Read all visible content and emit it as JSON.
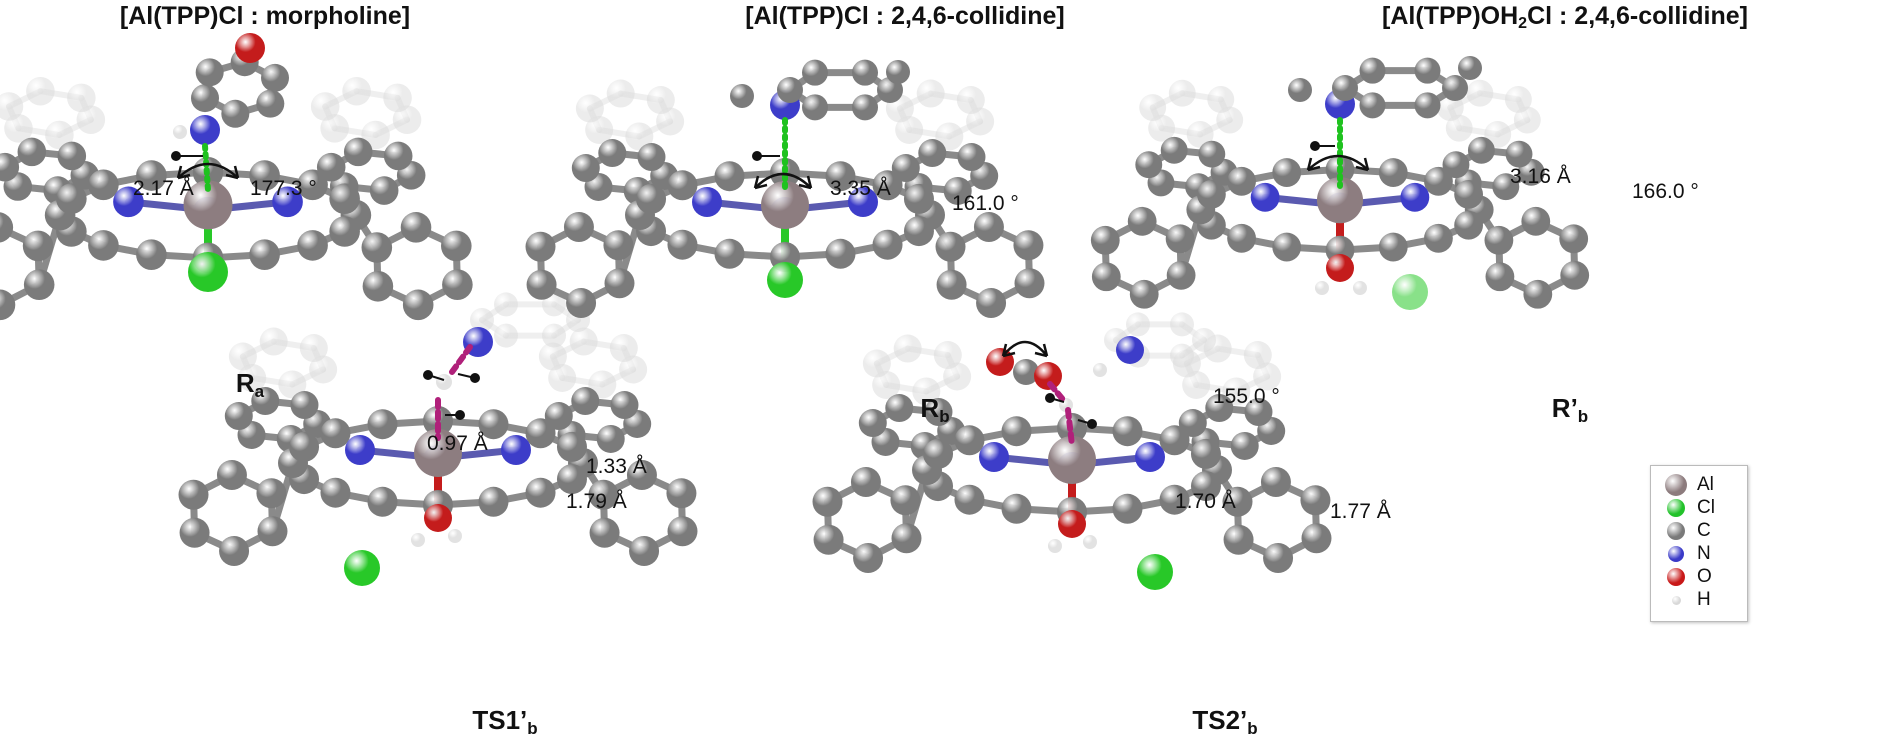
{
  "titles": {
    "a": {
      "pre": "[Al(TPP)Cl : morpholine]",
      "sub": "",
      "post": ""
    },
    "b": {
      "pre": "[Al(TPP)Cl : 2,4,6-collidine]",
      "sub": "",
      "post": ""
    },
    "c": {
      "pre": "[Al(TPP)OH",
      "sub": "2",
      "post": "Cl : 2,4,6-collidine]"
    }
  },
  "panels": {
    "Ra": {
      "main": "R",
      "sub": "a"
    },
    "Rb": {
      "main": "R",
      "sub": "b"
    },
    "Rpb": {
      "main": "R’",
      "sub": "b"
    },
    "TS1": {
      "main": "TS1’",
      "sub": "b"
    },
    "TS2": {
      "main": "TS2’",
      "sub": "b"
    }
  },
  "measurements": {
    "Ra_dist": "2.17 Å",
    "Ra_angle": "177.3 °",
    "Rb_dist": "3.35 Å",
    "Rb_angle": "161.0 °",
    "Rpb_dist": "3.16 Å",
    "Rpb_angle": "166.0 °",
    "TS1_d1": "0.97 Å",
    "TS1_d2": "1.33 Å",
    "TS1_d3": "1.79 Å",
    "TS2_angle": "155.0 °",
    "TS2_d1": "1.70 Å",
    "TS2_d2": "1.77 Å"
  },
  "legend": [
    {
      "label": "Al",
      "color": "#8c7b7d"
    },
    {
      "label": "Cl",
      "color": "#22c22a"
    },
    {
      "label": "C",
      "color": "#7a7a7a"
    },
    {
      "label": "N",
      "color": "#3a3ac8"
    },
    {
      "label": "O",
      "color": "#c81818"
    },
    {
      "label": "H",
      "color": "#d8d8d8"
    }
  ],
  "colors": {
    "carbon": "#7b7b7b",
    "carbon_faded": "#dcdcdc",
    "nitrogen": "#3d3dc9",
    "aluminium": "#8d7d80",
    "chlorine": "#28c828",
    "oxygen": "#c41c1c",
    "hydrogen": "#e2e2e2",
    "bond": "#8a8a8a",
    "contact_green": "#1fc21f",
    "contact_magenta": "#b0207a"
  }
}
